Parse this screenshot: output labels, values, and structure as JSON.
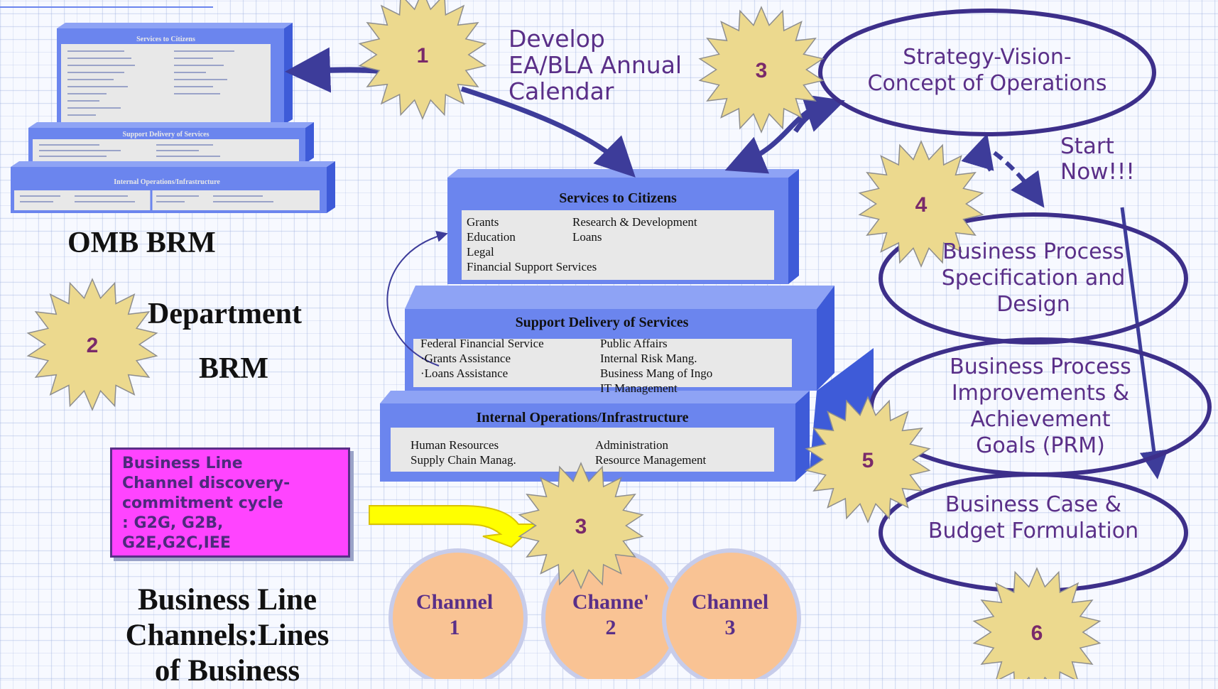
{
  "steps": [
    "1",
    "2",
    "3",
    "3",
    "4",
    "5",
    "6"
  ],
  "develop_text": [
    "Develop",
    "EA/BLA Annual",
    "Calendar"
  ],
  "omb": {
    "mini_titles": [
      "Services to Citizens",
      "Support Delivery of Services",
      "Internal Operations/Infrastructure"
    ],
    "label": "OMB BRM"
  },
  "department_brm": [
    "Department",
    "BRM"
  ],
  "start_now": [
    "Start",
    "Now!!!"
  ],
  "brm_tiers": {
    "services": {
      "title": "Services to Citizens",
      "left": [
        "Grants",
        "Education",
        "Legal",
        "Financial Support Services"
      ],
      "right": [
        "Research & Development",
        "Loans"
      ]
    },
    "support": {
      "title": "Support Delivery of Services",
      "left": [
        "Federal Financial Service",
        "·Grants Assistance",
        "·Loans Assistance"
      ],
      "right": [
        "Public Affairs",
        "Internal Risk Mang.",
        "Business Mang of Ingo",
        "IT Management"
      ]
    },
    "internal": {
      "title": "Internal Operations/Infrastructure",
      "left": [
        "Human Resources",
        "Supply Chain Manag."
      ],
      "right": [
        "Administration",
        "Resource Management"
      ]
    }
  },
  "ellipses": {
    "strategy": [
      "Strategy-Vision-",
      "Concept of Operations"
    ],
    "bpsd": [
      "Business Process",
      "Specification and",
      "Design"
    ],
    "bpi": [
      "Business Process",
      "Improvements  &",
      "Achievement",
      "Goals (PRM)"
    ],
    "bcbf": [
      "Business Case &",
      "Budget  Formulation"
    ]
  },
  "magenta_box": [
    "Business Line",
    "Channel discovery-",
    "commitment cycle",
    ": G2G,  G2B,",
    "G2E,G2C,IEE"
  ],
  "business_line_title": [
    "Business Line",
    "Channels:Lines",
    "of Business"
  ],
  "channels": [
    {
      "name": "Channel",
      "num": "1"
    },
    {
      "name": "Channe'",
      "num": "2"
    },
    {
      "name": "Channel",
      "num": "3"
    }
  ],
  "colors": {
    "tier_front": "#6b85ee",
    "tier_top": "#8ea3f5",
    "tier_side": "#3e5bd8",
    "panel": "#e8e8e8",
    "star": "#ecd98e",
    "ellipse_stroke": "#3d2f8a",
    "channel_fill": "#f9c394",
    "magenta": "#ff44ff",
    "arrow": "#3d3c9a",
    "yellow_arrow": "#ffff00"
  }
}
